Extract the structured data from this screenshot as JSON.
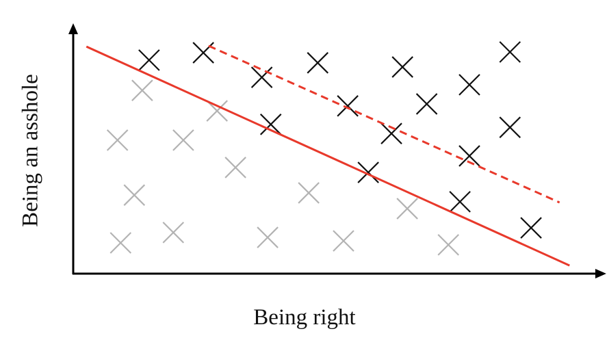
{
  "chart_data": {
    "type": "scatter",
    "title": "",
    "xlabel": "Being right",
    "ylabel": "Being an asshole",
    "xlim": [
      0,
      100
    ],
    "ylim": [
      0,
      100
    ],
    "grid": false,
    "marker": "x",
    "series": [
      {
        "name": "black",
        "color": "#111111",
        "points": [
          [
            14.4,
            86.7
          ],
          [
            24.7,
            89.7
          ],
          [
            35.8,
            79.7
          ],
          [
            46.4,
            85.6
          ],
          [
            62.5,
            83.9
          ],
          [
            82.9,
            90.0
          ],
          [
            75.2,
            76.7
          ],
          [
            67.1,
            68.9
          ],
          [
            52.1,
            68.1
          ],
          [
            37.5,
            60.6
          ],
          [
            60.4,
            56.9
          ],
          [
            82.9,
            59.4
          ],
          [
            75.2,
            47.8
          ],
          [
            56.0,
            41.1
          ],
          [
            73.4,
            29.2
          ],
          [
            86.9,
            18.6
          ]
        ]
      },
      {
        "name": "gray",
        "color": "#b3b3b3",
        "points": [
          [
            13.1,
            74.4
          ],
          [
            27.3,
            66.1
          ],
          [
            8.4,
            54.2
          ],
          [
            20.9,
            54.2
          ],
          [
            30.8,
            43.1
          ],
          [
            11.6,
            31.9
          ],
          [
            44.7,
            32.8
          ],
          [
            63.4,
            26.4
          ],
          [
            9.0,
            12.5
          ],
          [
            19.0,
            16.7
          ],
          [
            36.9,
            14.7
          ],
          [
            51.3,
            13.3
          ],
          [
            71.2,
            11.7
          ]
        ]
      }
    ],
    "lines": [
      {
        "name": "solid-boundary",
        "color": "#e8392b",
        "style": "solid",
        "from": [
          2.5,
          92.2
        ],
        "to": [
          94.2,
          3.3
        ]
      },
      {
        "name": "dashed-boundary",
        "color": "#e8392b",
        "style": "dashed",
        "from": [
          25.7,
          92.5
        ],
        "to": [
          92.3,
          28.9
        ]
      }
    ]
  }
}
